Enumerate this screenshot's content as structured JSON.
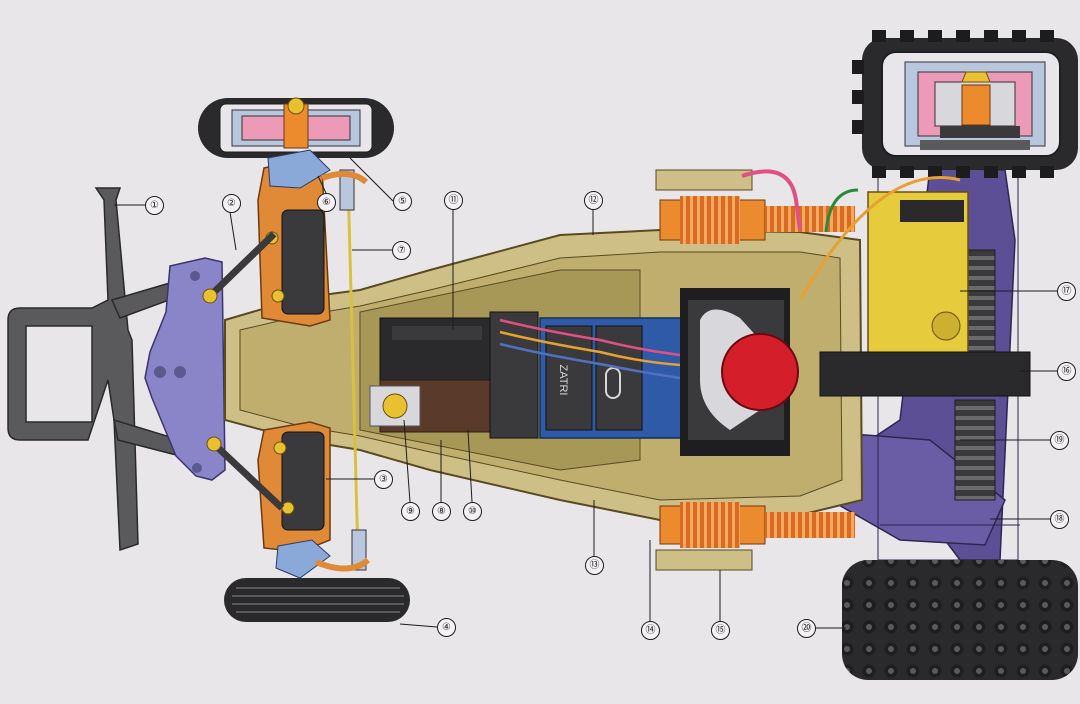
{
  "diagram": {
    "callouts": [
      {
        "id": 1,
        "label": "①"
      },
      {
        "id": 2,
        "label": "②"
      },
      {
        "id": 3,
        "label": "③"
      },
      {
        "id": 4,
        "label": "④"
      },
      {
        "id": 5,
        "label": "⑤"
      },
      {
        "id": 6,
        "label": "⑥"
      },
      {
        "id": 7,
        "label": "⑦"
      },
      {
        "id": 8,
        "label": "⑧"
      },
      {
        "id": 9,
        "label": "⑨"
      },
      {
        "id": 10,
        "label": "⑩"
      },
      {
        "id": 11,
        "label": "⑪"
      },
      {
        "id": 12,
        "label": "⑫"
      },
      {
        "id": 13,
        "label": "⑬"
      },
      {
        "id": 14,
        "label": "⑭"
      },
      {
        "id": 15,
        "label": "⑮"
      },
      {
        "id": 16,
        "label": "⑯"
      },
      {
        "id": 17,
        "label": "⑰"
      },
      {
        "id": 18,
        "label": "⑱"
      },
      {
        "id": 19,
        "label": "⑲"
      },
      {
        "id": 20,
        "label": "⑳"
      }
    ],
    "battery_text": "ZATRI",
    "colors": {
      "background": "#e9e6ea",
      "chassis": "#cdbf86",
      "bumper": "#5a5a5c",
      "front_plate": "#8a84c8",
      "suspension_arm": "#e08a38",
      "shock": "#ec8a2e",
      "motor_cap": "#d41f2a",
      "gearbox": "#e6cc3c",
      "rear_arm": "#5d4f96",
      "tire": "#2a2a2c",
      "wheel_hub": "#ec9ab8",
      "battery": "#2e5aa8"
    }
  }
}
